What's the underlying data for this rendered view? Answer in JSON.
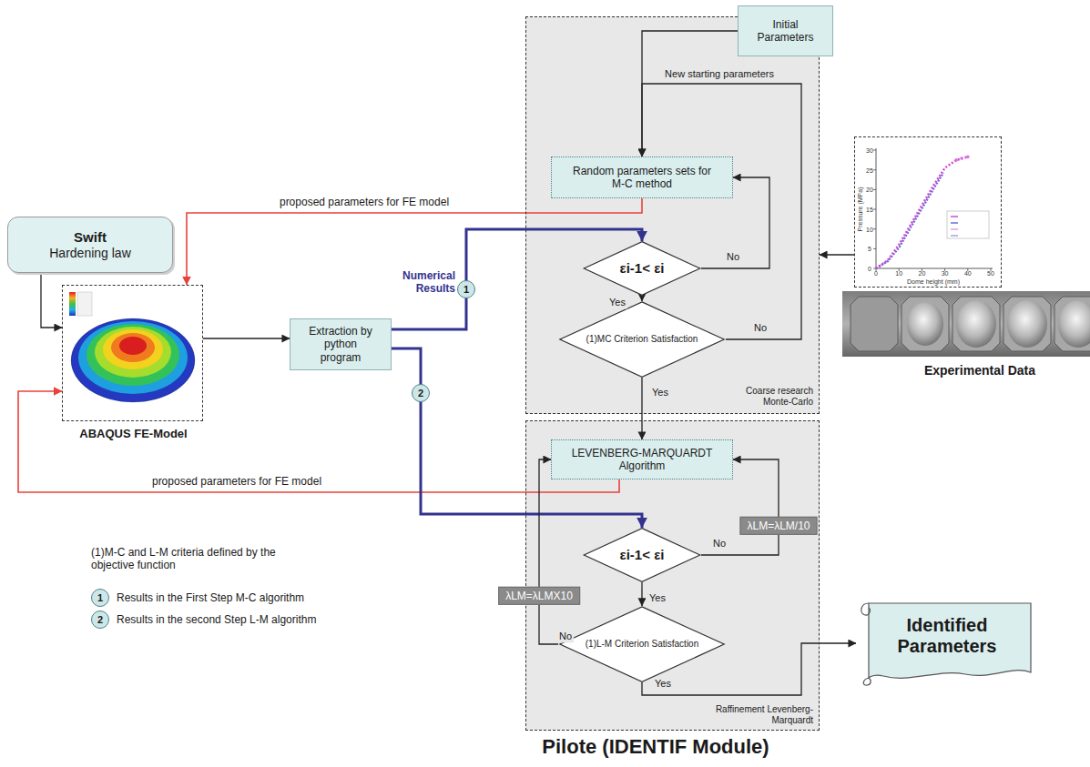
{
  "diagram": {
    "caption": "Pilote (IDENTIF Module)",
    "nodes": [
      {
        "text": [
          "Initial Parameters"
        ]
      },
      {
        "text": [
          "Coarse research Monte-Carlo"
        ]
      },
      {
        "text": [
          "Random parameters sets for M-C method"
        ],
        "in": 1
      },
      {
        "text": [
          "εi-1< εi"
        ],
        "in": 1
      },
      {
        "text": [
          "(1)MC Criterion Satisfaction"
        ],
        "in": 1
      },
      {
        "text": [
          "Swift",
          "Hardening law"
        ]
      },
      {
        "text": [
          "ABAQUS FE-Model"
        ]
      },
      {
        "text": [
          "Extraction by python program"
        ]
      },
      {
        "text": [
          "Experimental Data"
        ]
      },
      {
        "text": [
          "Raffinement Levenberg-Marquardt"
        ]
      },
      {
        "text": [
          "LEVENBERG-MARQUARDT Algorithm"
        ],
        "in": 9
      },
      {
        "text": [
          "εi-1< εi"
        ],
        "in": 9
      },
      {
        "text": [
          "(1)L-M Criterion Satisfaction"
        ],
        "in": 9
      },
      {
        "text": [
          "Identified Parameters"
        ]
      }
    ],
    "edges": [
      {
        "from": 0,
        "to": 2,
        "arrow": "to"
      },
      {
        "from": 3,
        "to": 2,
        "label": "No",
        "arrow": "to"
      },
      {
        "from": 3,
        "to": 4,
        "label": "Yes",
        "arrow": "to"
      },
      {
        "from": 4,
        "to": 2,
        "label": "New starting parameters",
        "arrow": "to"
      },
      {
        "from": 4,
        "to": 10,
        "label": "Yes",
        "arrow": "to"
      },
      {
        "from": 5,
        "to": 6,
        "arrow": "to"
      },
      {
        "from": 2,
        "to": 6,
        "label": "proposed parameters for FE model",
        "arrow": "to"
      },
      {
        "from": 10,
        "to": 6,
        "label": "proposed parameters for FE model",
        "arrow": "to"
      },
      {
        "from": 6,
        "to": 7,
        "arrow": "to"
      },
      {
        "from": 7,
        "to": 3,
        "arrow": "to"
      },
      {
        "from": 7,
        "to": 11,
        "arrow": "to"
      },
      {
        "from": 8,
        "to": 1,
        "arrow": "to"
      },
      {
        "from": 11,
        "to": 10,
        "label": "λLM=λLM/10",
        "arrow": "to"
      },
      {
        "from": 11,
        "to": 12,
        "label": "Yes",
        "arrow": "to"
      },
      {
        "from": 12,
        "to": 10,
        "label": "λLM=λLMX10",
        "arrow": "to"
      },
      {
        "from": 12,
        "to": 13,
        "label": "Yes",
        "arrow": "to"
      }
    ],
    "labels": [
      "Numerical Results",
      "1",
      "2",
      "No",
      "No",
      "No",
      "(1)M-C and L-M criteria defined by the objective function",
      "1",
      "Results in the First Step M-C algorithm",
      "2",
      "Results in the second Step L-M algorithm",
      "Pressure (MPa)",
      "Dome height (mm)",
      "0",
      "5",
      "10",
      "15",
      "20",
      "25",
      "30",
      "0",
      "10",
      "20",
      "30",
      "40",
      "50"
    ]
  }
}
